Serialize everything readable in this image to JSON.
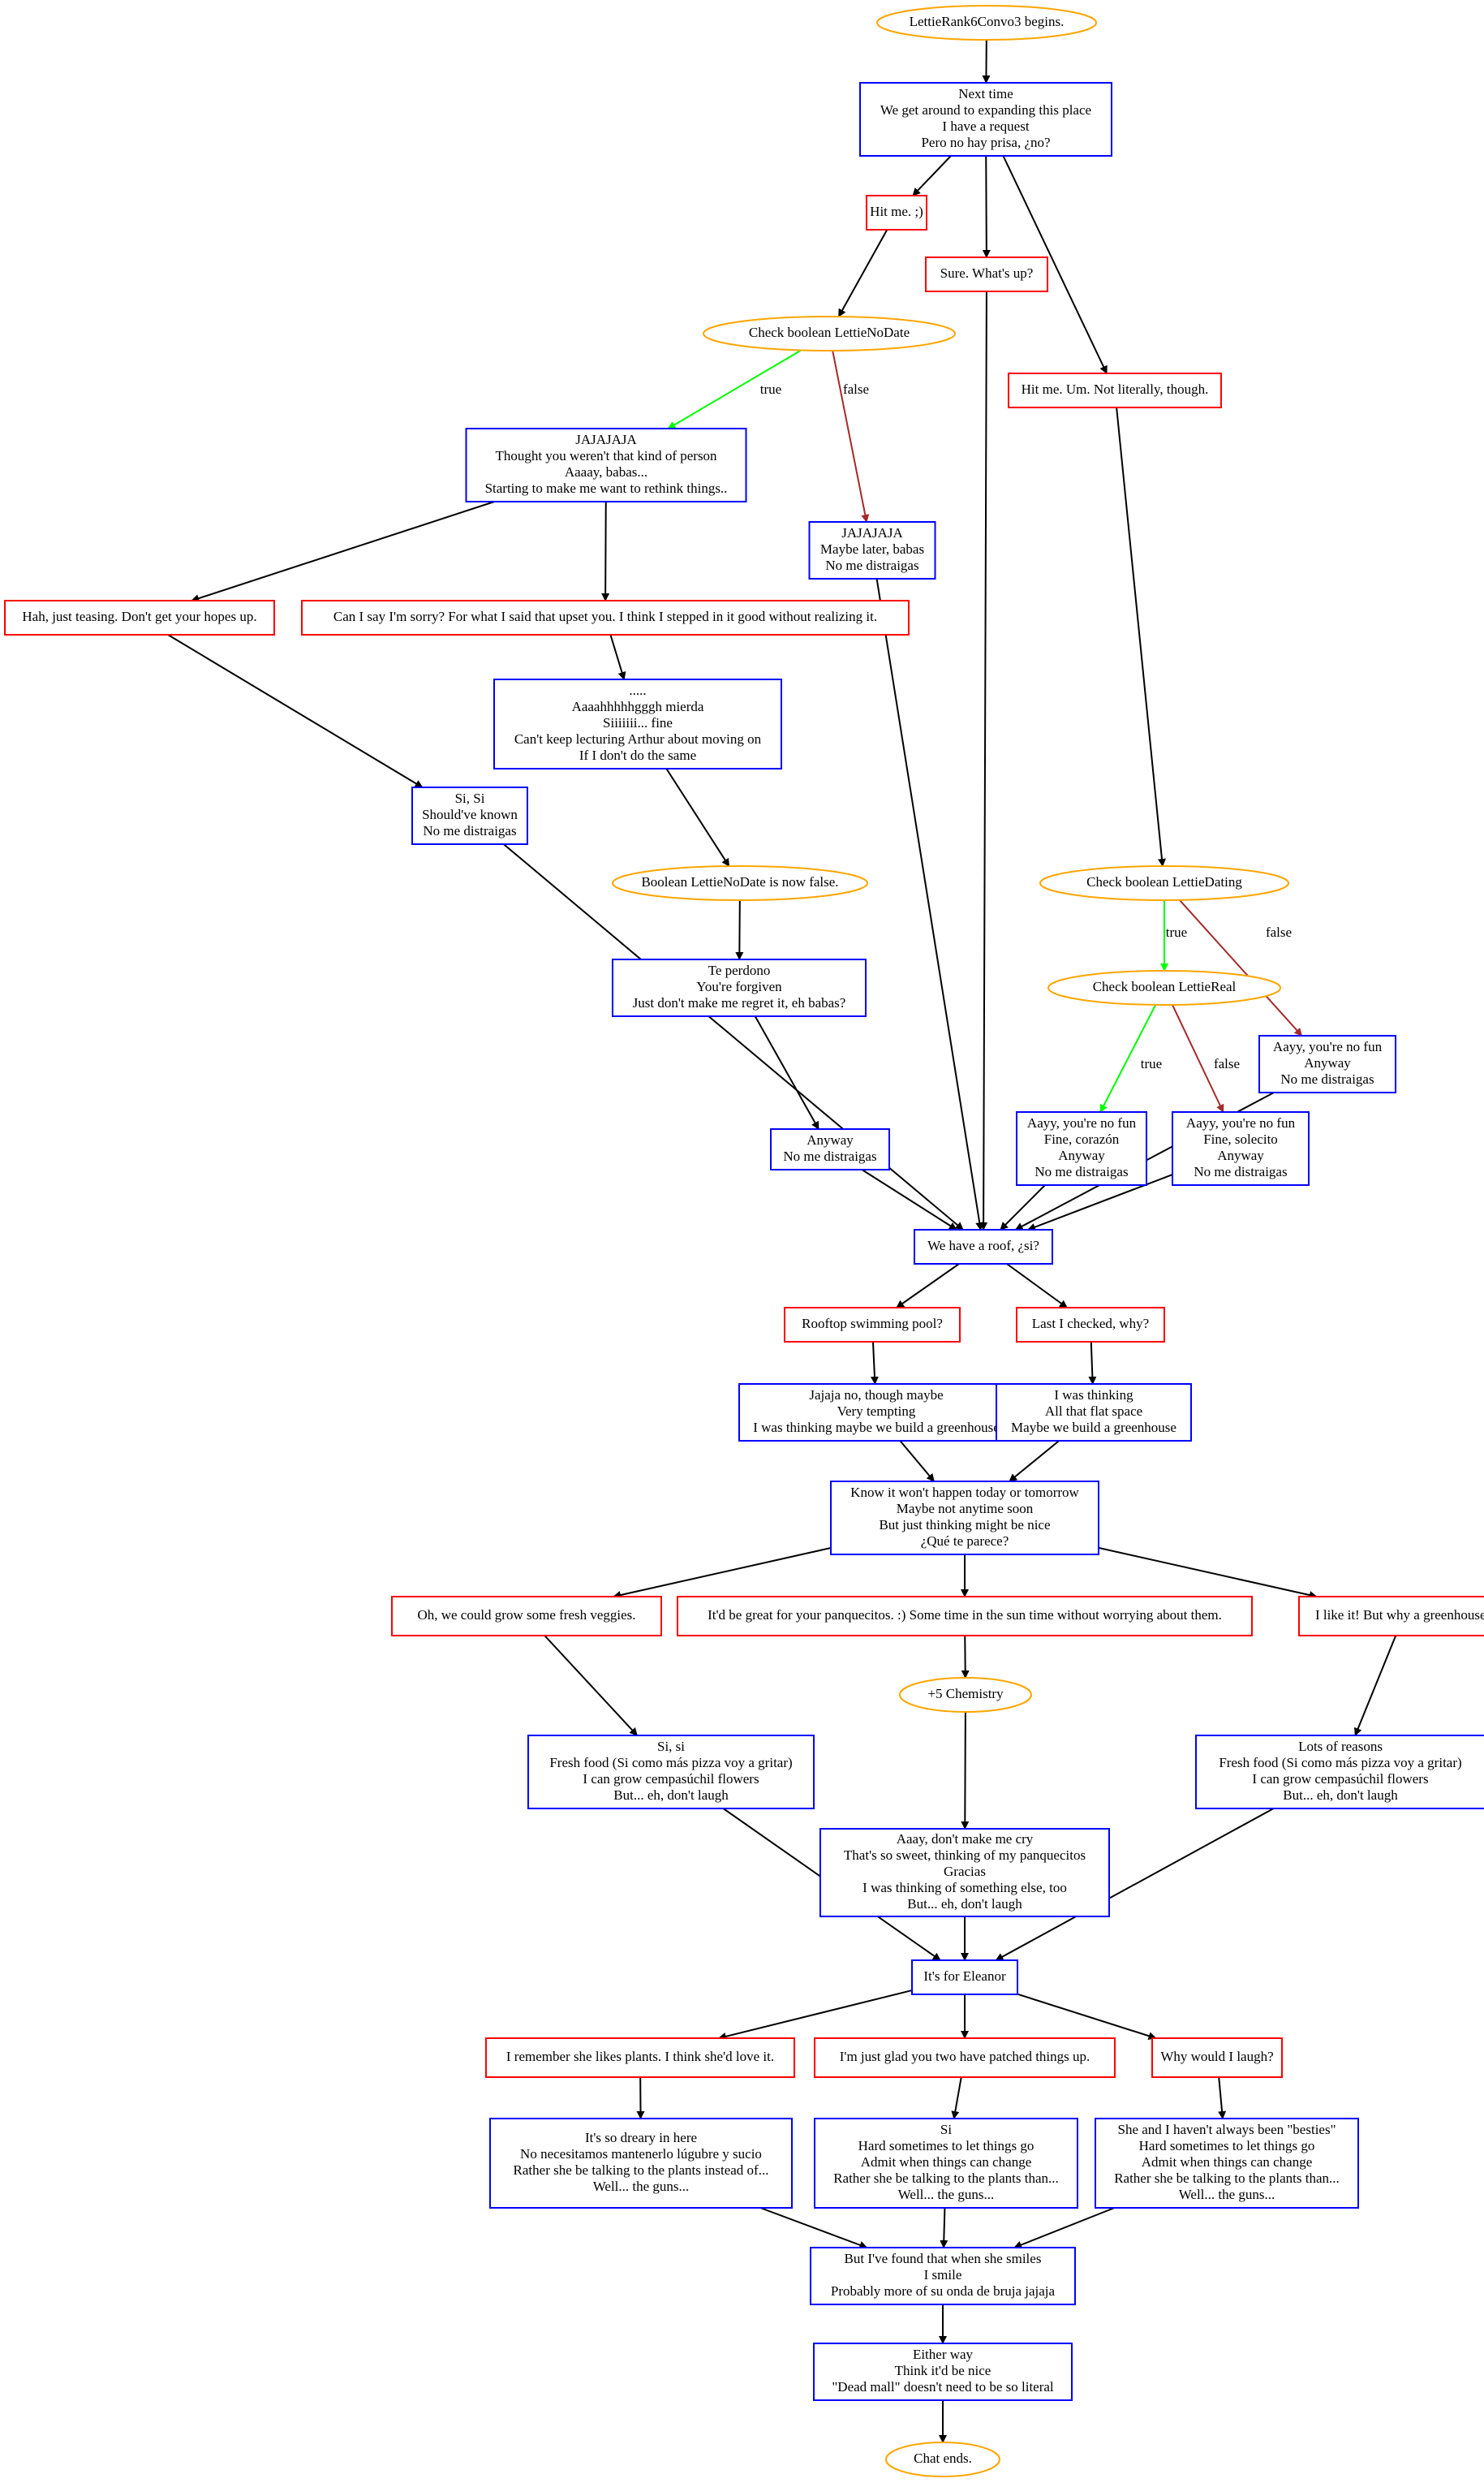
{
  "colors": {
    "npc": "#0000ff",
    "player": "#ff0000",
    "event": "#ffa500",
    "edge": "#000000",
    "true_edge": "#00ff00",
    "false_edge": "#a52a2a"
  },
  "nodes": [
    {
      "id": "start",
      "kind": "event",
      "lines": [
        "LettieRank6Convo3 begins."
      ]
    },
    {
      "id": "n1",
      "kind": "npc",
      "lines": [
        "Next time",
        "We get around to expanding this place",
        "I have a request",
        "Pero no hay prisa, ¿no?"
      ]
    },
    {
      "id": "p_hitme",
      "kind": "player",
      "lines": [
        "Hit me. ;)"
      ]
    },
    {
      "id": "p_sure",
      "kind": "player",
      "lines": [
        "Sure. What's up?"
      ]
    },
    {
      "id": "p_hitme_um",
      "kind": "player",
      "lines": [
        "Hit me. Um. Not literally, though."
      ]
    },
    {
      "id": "chk_nodate",
      "kind": "event",
      "lines": [
        "Check boolean LettieNoDate"
      ]
    },
    {
      "id": "n_jaja1",
      "kind": "npc",
      "lines": [
        "JAJAJAJA",
        "Thought you weren't that kind of person",
        "Aaaay, babas...",
        "Starting to make me want to rethink things.."
      ]
    },
    {
      "id": "n_jaja2",
      "kind": "npc",
      "lines": [
        "JAJAJAJA",
        "Maybe later, babas",
        "No me distraigas"
      ]
    },
    {
      "id": "p_teasing",
      "kind": "player",
      "lines": [
        "Hah, just teasing. Don't get your hopes up."
      ]
    },
    {
      "id": "p_sorry",
      "kind": "player",
      "lines": [
        "Can I say I'm sorry? For what I said that upset you. I think I stepped in it good without realizing it."
      ]
    },
    {
      "id": "n_aaah",
      "kind": "npc",
      "lines": [
        ".....",
        "Aaaahhhhhgggh mierda",
        "Siiiiiii... fine",
        "Can't keep lecturing Arthur about moving on",
        "If I don't do the same"
      ]
    },
    {
      "id": "n_sisi1",
      "kind": "npc",
      "lines": [
        "Si, Si",
        "Should've known",
        "No me distraigas"
      ]
    },
    {
      "id": "ev_nodate_false",
      "kind": "event",
      "lines": [
        "Boolean LettieNoDate is now false."
      ]
    },
    {
      "id": "n_perdono",
      "kind": "npc",
      "lines": [
        "Te perdono",
        "You're forgiven",
        "Just don't make me regret it, eh babas?"
      ]
    },
    {
      "id": "n_anyway",
      "kind": "npc",
      "lines": [
        "Anyway",
        "No me distraigas"
      ]
    },
    {
      "id": "chk_dating",
      "kind": "event",
      "lines": [
        "Check boolean LettieDating"
      ]
    },
    {
      "id": "chk_real",
      "kind": "event",
      "lines": [
        "Check boolean LettieReal"
      ]
    },
    {
      "id": "n_nofun3",
      "kind": "npc",
      "lines": [
        "Aayy, you're no fun",
        "Anyway",
        "No me distraigas"
      ]
    },
    {
      "id": "n_nofun1",
      "kind": "npc",
      "lines": [
        "Aayy, you're no fun",
        "Fine, corazón",
        "Anyway",
        "No me distraigas"
      ]
    },
    {
      "id": "n_nofun2",
      "kind": "npc",
      "lines": [
        "Aayy, you're no fun",
        "Fine, solecito",
        "Anyway",
        "No me distraigas"
      ]
    },
    {
      "id": "n_roof",
      "kind": "npc",
      "lines": [
        "We have a roof, ¿si?"
      ]
    },
    {
      "id": "p_pool",
      "kind": "player",
      "lines": [
        "Rooftop swimming pool?"
      ]
    },
    {
      "id": "p_lastchecked",
      "kind": "player",
      "lines": [
        "Last I checked, why?"
      ]
    },
    {
      "id": "n_jajano",
      "kind": "npc",
      "lines": [
        "Jajaja no, though maybe",
        "Very tempting",
        "I was thinking maybe we build a greenhouse"
      ]
    },
    {
      "id": "n_thinking",
      "kind": "npc",
      "lines": [
        "I was thinking",
        "All that flat space",
        "Maybe we build a greenhouse"
      ]
    },
    {
      "id": "n_knowit",
      "kind": "npc",
      "lines": [
        "Know it won't happen today or tomorrow",
        "Maybe not anytime soon",
        "But just thinking might be nice",
        "¿Qué te parece?"
      ]
    },
    {
      "id": "p_veggies",
      "kind": "player",
      "lines": [
        "Oh, we could grow some fresh veggies."
      ]
    },
    {
      "id": "p_panquecitos",
      "kind": "player",
      "lines": [
        "It'd be great for your panquecitos. :) Some time in the sun time without worrying about them."
      ]
    },
    {
      "id": "p_likeit",
      "kind": "player",
      "lines": [
        "I like it! But why a greenhouse?"
      ]
    },
    {
      "id": "ev_chem",
      "kind": "event",
      "lines": [
        "+5 Chemistry"
      ]
    },
    {
      "id": "n_sisi2",
      "kind": "npc",
      "lines": [
        "Si, si",
        "Fresh food (Si como más pizza voy a gritar)",
        "I can grow cempasúchil flowers",
        "But... eh, don't laugh"
      ]
    },
    {
      "id": "n_aaay",
      "kind": "npc",
      "lines": [
        "Aaay, don't make me cry",
        "That's so sweet, thinking of my panquecitos",
        "Gracias",
        "I was thinking of something else, too",
        "But... eh, don't laugh"
      ]
    },
    {
      "id": "n_reasons",
      "kind": "npc",
      "lines": [
        "Lots of reasons",
        "Fresh food (Si como más pizza voy a gritar)",
        "I can grow cempasúchil flowers",
        "But... eh, don't laugh"
      ]
    },
    {
      "id": "n_eleanor",
      "kind": "npc",
      "lines": [
        "It's for Eleanor"
      ]
    },
    {
      "id": "p_plants",
      "kind": "player",
      "lines": [
        "I remember she likes plants. I think she'd love it."
      ]
    },
    {
      "id": "p_glad",
      "kind": "player",
      "lines": [
        "I'm just glad you two have patched things up."
      ]
    },
    {
      "id": "p_laugh",
      "kind": "player",
      "lines": [
        "Why would I laugh?"
      ]
    },
    {
      "id": "n_dreary",
      "kind": "npc",
      "lines": [
        "It's so dreary in here",
        "No necesitamos mantenerlo lúgubre y sucio",
        "Rather she be talking to the plants instead of...",
        "Well... the guns..."
      ]
    },
    {
      "id": "n_si",
      "kind": "npc",
      "lines": [
        "Si",
        "Hard sometimes to let things go",
        "Admit when things can change",
        "Rather she be talking to the plants than...",
        "Well... the guns..."
      ]
    },
    {
      "id": "n_besties",
      "kind": "npc",
      "lines": [
        "She and I haven't always been \"besties\"",
        "Hard sometimes to let things go",
        "Admit when things can change",
        "Rather she be talking to the plants than...",
        "Well... the guns..."
      ]
    },
    {
      "id": "n_smiles",
      "kind": "npc",
      "lines": [
        "But I've found that when she smiles",
        "I smile",
        "Probably more of su onda de bruja jajaja"
      ]
    },
    {
      "id": "n_either",
      "kind": "npc",
      "lines": [
        "Either way",
        "Think it'd be nice",
        "\"Dead mall\" doesn't need to be so literal"
      ]
    },
    {
      "id": "end",
      "kind": "event",
      "lines": [
        "Chat ends."
      ]
    }
  ],
  "edges": [
    {
      "from": "start",
      "to": "n1"
    },
    {
      "from": "n1",
      "to": "p_hitme"
    },
    {
      "from": "n1",
      "to": "p_sure"
    },
    {
      "from": "n1",
      "to": "p_hitme_um"
    },
    {
      "from": "p_hitme",
      "to": "chk_nodate"
    },
    {
      "from": "chk_nodate",
      "to": "n_jaja1",
      "label": "true",
      "type": "true"
    },
    {
      "from": "chk_nodate",
      "to": "n_jaja2",
      "label": "false",
      "type": "false"
    },
    {
      "from": "n_jaja1",
      "to": "p_teasing"
    },
    {
      "from": "n_jaja1",
      "to": "p_sorry"
    },
    {
      "from": "p_sorry",
      "to": "n_aaah"
    },
    {
      "from": "p_teasing",
      "to": "n_sisi1"
    },
    {
      "from": "n_aaah",
      "to": "ev_nodate_false"
    },
    {
      "from": "ev_nodate_false",
      "to": "n_perdono"
    },
    {
      "from": "n_perdono",
      "to": "n_anyway"
    },
    {
      "from": "p_hitme_um",
      "to": "chk_dating"
    },
    {
      "from": "chk_dating",
      "to": "chk_real",
      "label": "true",
      "type": "true"
    },
    {
      "from": "chk_dating",
      "to": "n_nofun3",
      "label": "false",
      "type": "false"
    },
    {
      "from": "chk_real",
      "to": "n_nofun1",
      "label": "true",
      "type": "true"
    },
    {
      "from": "chk_real",
      "to": "n_nofun2",
      "label": "false",
      "type": "false"
    },
    {
      "from": "n_sisi1",
      "to": "n_roof"
    },
    {
      "from": "n_anyway",
      "to": "n_roof"
    },
    {
      "from": "n_jaja2",
      "to": "n_roof"
    },
    {
      "from": "p_sure",
      "to": "n_roof"
    },
    {
      "from": "n_nofun1",
      "to": "n_roof"
    },
    {
      "from": "n_nofun2",
      "to": "n_roof"
    },
    {
      "from": "n_nofun3",
      "to": "n_roof"
    },
    {
      "from": "n_roof",
      "to": "p_pool"
    },
    {
      "from": "n_roof",
      "to": "p_lastchecked"
    },
    {
      "from": "p_pool",
      "to": "n_jajano"
    },
    {
      "from": "p_lastchecked",
      "to": "n_thinking"
    },
    {
      "from": "n_jajano",
      "to": "n_knowit"
    },
    {
      "from": "n_thinking",
      "to": "n_knowit"
    },
    {
      "from": "n_knowit",
      "to": "p_veggies"
    },
    {
      "from": "n_knowit",
      "to": "p_panquecitos"
    },
    {
      "from": "n_knowit",
      "to": "p_likeit"
    },
    {
      "from": "p_panquecitos",
      "to": "ev_chem"
    },
    {
      "from": "p_veggies",
      "to": "n_sisi2"
    },
    {
      "from": "ev_chem",
      "to": "n_aaay"
    },
    {
      "from": "p_likeit",
      "to": "n_reasons"
    },
    {
      "from": "n_sisi2",
      "to": "n_eleanor"
    },
    {
      "from": "n_aaay",
      "to": "n_eleanor"
    },
    {
      "from": "n_reasons",
      "to": "n_eleanor"
    },
    {
      "from": "n_eleanor",
      "to": "p_plants"
    },
    {
      "from": "n_eleanor",
      "to": "p_glad"
    },
    {
      "from": "n_eleanor",
      "to": "p_laugh"
    },
    {
      "from": "p_plants",
      "to": "n_dreary"
    },
    {
      "from": "p_glad",
      "to": "n_si"
    },
    {
      "from": "p_laugh",
      "to": "n_besties"
    },
    {
      "from": "n_dreary",
      "to": "n_smiles"
    },
    {
      "from": "n_si",
      "to": "n_smiles"
    },
    {
      "from": "n_besties",
      "to": "n_smiles"
    },
    {
      "from": "n_smiles",
      "to": "n_either"
    },
    {
      "from": "n_either",
      "to": "end"
    }
  ]
}
